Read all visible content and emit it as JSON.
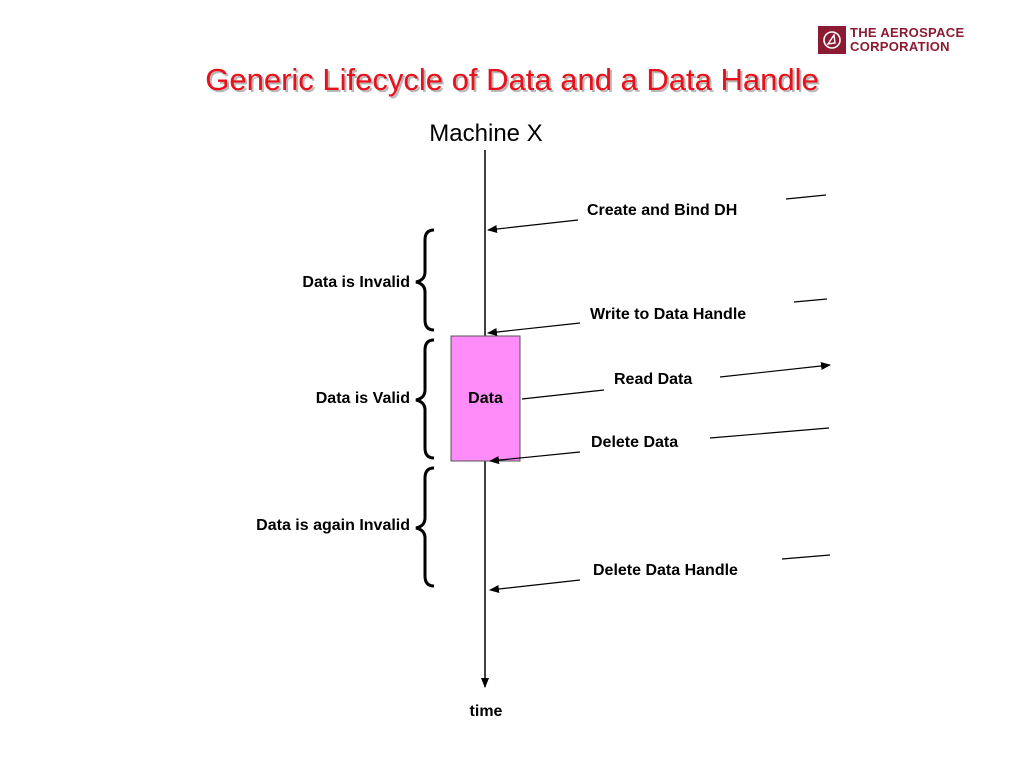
{
  "logo": {
    "line1": "THE AEROSPACE",
    "line2": "CORPORATION",
    "color": "#8b1a33"
  },
  "title": "Generic Lifecycle of Data and a Data Handle",
  "machine_label": "Machine X",
  "timeline": {
    "axis_label": "time"
  },
  "events": [
    {
      "label": "Create and Bind DH"
    },
    {
      "label": "Write to Data Handle"
    },
    {
      "label": "Read Data"
    },
    {
      "label": "Delete Data"
    },
    {
      "label": "Delete Data Handle"
    }
  ],
  "states": [
    {
      "label": "Data is Invalid"
    },
    {
      "label": "Data is Valid"
    },
    {
      "label": "Data is again Invalid"
    }
  ],
  "data_box": {
    "label": "Data",
    "fill": "#ff8cf8"
  },
  "colors": {
    "title": "#e8101a",
    "logo": "#8b1a33"
  }
}
